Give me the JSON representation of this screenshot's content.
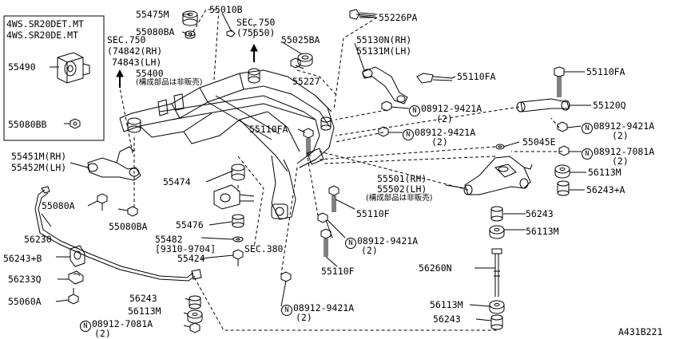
{
  "diagram": {
    "ref_code": "A431B221",
    "inset": {
      "title_lines": [
        "4WS.SR20DET.MT",
        "4WS.SR20DE.MT"
      ],
      "parts": [
        "55490",
        "55080BB"
      ]
    },
    "sec_refs": {
      "sec750_a": {
        "title": "SEC.750",
        "line1": "(74842(RH)",
        "line2": "74843(LH)"
      },
      "sec750_b": {
        "title": "SEC.750",
        "line1": "(75650)"
      },
      "sec380": "SEC.380"
    },
    "not_sold_note": "(構成部品は非販売)",
    "circle_letter": "N",
    "labels": {
      "p55475M": "55475M",
      "p55080BA_top": "55080BA",
      "p55010B": "55010B",
      "p55226PA": "55226PA",
      "p55025BA": "55025BA",
      "p55227": "55227",
      "p55130N": "55130N(RH)",
      "p55131M": "55131M(LH)",
      "p55110FA_mid": "55110FA",
      "p55110FA_right": "55110FA",
      "p55400": "55400",
      "p55110FA_center": "55110FA",
      "p55120Q": "55120Q",
      "p08912_9421A_1": "08912-9421A",
      "p08912_9421A_2": "08912-9421A",
      "p08912_9421A_3": "08912-9421A",
      "p08912_9421A_4": "08912-9421A",
      "p08912_9421A_5": "08912-9421A",
      "p08912_7081A_1": "08912-7081A",
      "p08912_7081A_2": "08912-7081A",
      "qty2": "(2)",
      "p55451M": "55451M(RH)",
      "p55452M": "55452M(LH)",
      "p55045E": "55045E",
      "p56113M_1": "56113M",
      "p56113M_2": "56113M",
      "p56113M_3": "56113M",
      "p56113M_4": "56113M",
      "p55474": "55474",
      "p55501": "55501(RH)",
      "p55502": "55502(LH)",
      "p56243A": "56243+A",
      "p55080A": "55080A",
      "p55110F_1": "55110F",
      "p55110F_2": "55110F",
      "p56243_1": "56243",
      "p56243_2": "56243",
      "p56243_3": "56243",
      "p55476": "55476",
      "p55080BA_bot": "55080BA",
      "p56230": "56230",
      "p55482": "55482",
      "p55482_range": "[9310-9704]",
      "p56243B": "56243+B",
      "p55424": "55424",
      "p56260N": "56260N",
      "p56233Q": "56233Q",
      "p55060A": "55060A"
    }
  }
}
